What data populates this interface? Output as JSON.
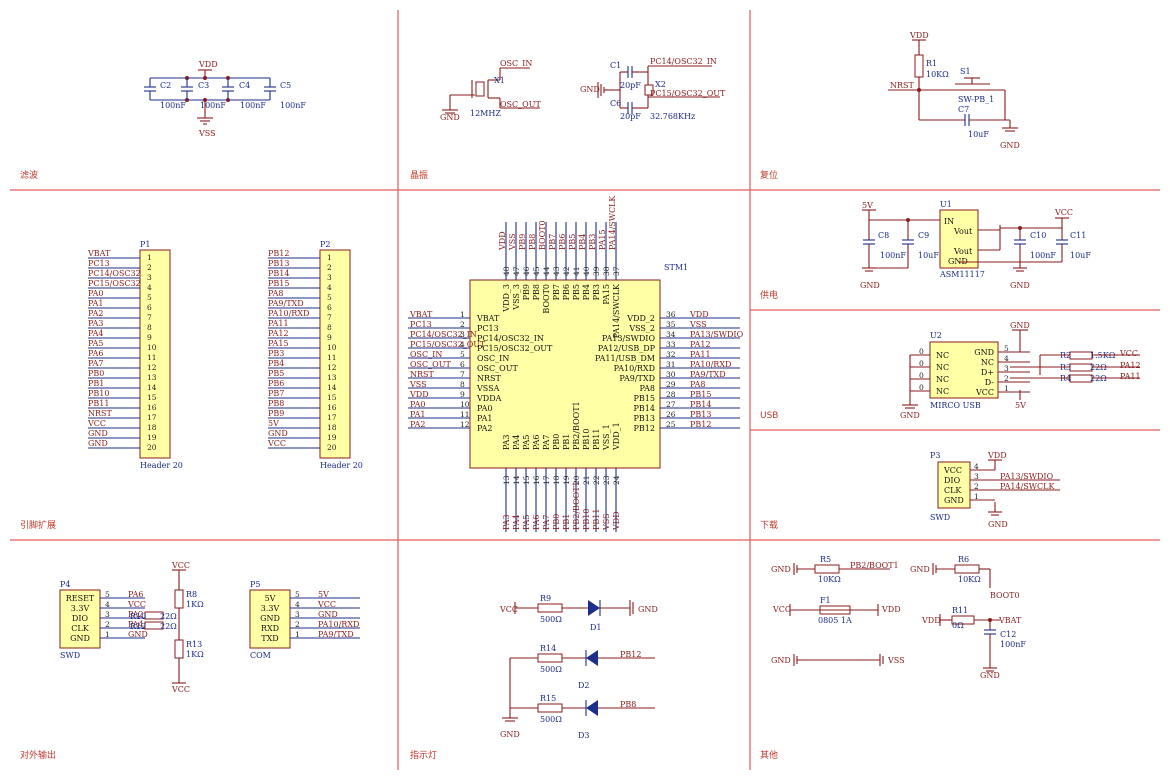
{
  "sections": [
    "滤波",
    "晶振",
    "复位",
    "引脚扩展",
    "供电",
    "USB",
    "下载",
    "对外输出",
    "指示灯",
    "其他"
  ],
  "filter": {
    "vdd": "VDD",
    "vss": "VSS",
    "caps": [
      {
        "ref": "C2",
        "val": "100nF"
      },
      {
        "ref": "C3",
        "val": "100nF"
      },
      {
        "ref": "C4",
        "val": "100nF"
      },
      {
        "ref": "C5",
        "val": "100nF"
      }
    ]
  },
  "crystal": {
    "x1": {
      "ref": "X1",
      "val": "12MHZ",
      "in": "OSC_IN",
      "out": "OSC_OUT",
      "gnd": "GND"
    },
    "x2": {
      "ref": "X2",
      "val": "32.768KHz",
      "in": "PC14/OSC32_IN",
      "out": "PC15/OSC32_OUT",
      "gnd": "GND",
      "c1": {
        "ref": "C1",
        "val": "20pF"
      },
      "c6": {
        "ref": "C6",
        "val": "20pF"
      }
    }
  },
  "reset": {
    "vdd": "VDD",
    "r": "R1",
    "rval": "10KΩ",
    "nrst": "NRST",
    "sw": "S1",
    "swval": "SW-PB_1",
    "c": "C7",
    "cval": "10uF",
    "gnd": "GND"
  },
  "power": {
    "in": "5V",
    "out": "VCC",
    "u": "U1",
    "uval": "ASM11117",
    "pins": [
      "IN",
      "Vout",
      "Vout",
      "GND"
    ],
    "caps": [
      {
        "ref": "C8",
        "val": "100nF"
      },
      {
        "ref": "C9",
        "val": "10uF"
      },
      {
        "ref": "C10",
        "val": "100nF"
      },
      {
        "ref": "C11",
        "val": "10uF"
      }
    ],
    "gnd": "GND"
  },
  "usb": {
    "u": "U2",
    "uval": "MIRCO USB",
    "gnd": "GND",
    "v5": "5V",
    "left_pins": [
      "NC",
      "NC",
      "NC",
      "NC"
    ],
    "right_pins": [
      "GND",
      "NC",
      "D+",
      "D-",
      "VCC"
    ],
    "right_nums": [
      "5",
      "4",
      "3",
      "2",
      "1"
    ],
    "r2": {
      "ref": "R2",
      "val": "1.5KΩ",
      "net": "VCC"
    },
    "r3": {
      "ref": "R3",
      "val": "22Ω",
      "net": "PA12"
    },
    "r4": {
      "ref": "R4",
      "val": "22Ω",
      "net": "PA11"
    }
  },
  "download": {
    "p": "P3",
    "pval": "SWD",
    "vdd": "VDD",
    "gnd": "GND",
    "pins": [
      "VCC",
      "DIO",
      "CLK",
      "GND"
    ],
    "nums": [
      "4",
      "3",
      "2",
      "1"
    ],
    "nets": [
      "",
      "PA13/SWDIO",
      "PA14/SWCLK",
      ""
    ]
  },
  "header": {
    "p1": {
      "ref": "P1",
      "val": "Header 20",
      "nets": [
        "VBAT",
        "PC13",
        "PC14/OSC32",
        "PC15/OSC32",
        "PA0",
        "PA1",
        "PA2",
        "PA3",
        "PA4",
        "PA5",
        "PA6",
        "PA7",
        "PB0",
        "PB1",
        "PB10",
        "PB11",
        "NRST",
        "VCC",
        "GND",
        "GND"
      ]
    },
    "p2": {
      "ref": "P2",
      "val": "Header 20",
      "nets": [
        "PB12",
        "PB13",
        "PB14",
        "PB15",
        "PA8",
        "PA9/TXD",
        "PA10/RXD",
        "PA11",
        "PA12",
        "PA15",
        "PB3",
        "PB4",
        "PB5",
        "PB6",
        "PB7",
        "PB8",
        "PB9",
        "5V",
        "GND",
        "VCC"
      ]
    },
    "nums": [
      "1",
      "2",
      "3",
      "4",
      "5",
      "6",
      "7",
      "8",
      "9",
      "10",
      "11",
      "12",
      "13",
      "14",
      "15",
      "16",
      "17",
      "18",
      "19",
      "20"
    ]
  },
  "mcu": {
    "title": "STM1",
    "left": [
      {
        "n": "1",
        "pin": "VBAT",
        "net": "VBAT"
      },
      {
        "n": "2",
        "pin": "PC13",
        "net": "PC13"
      },
      {
        "n": "3",
        "pin": "PC14/OSC32_IN",
        "net": "PC14/OSC32_IN"
      },
      {
        "n": "4",
        "pin": "PC15/OSC32_OUT",
        "net": "PC15/OSC32_OUT"
      },
      {
        "n": "5",
        "pin": "OSC_IN",
        "net": "OSC_IN"
      },
      {
        "n": "6",
        "pin": "OSC_OUT",
        "net": "OSC_OUT"
      },
      {
        "n": "7",
        "pin": "NRST",
        "net": "NRST"
      },
      {
        "n": "8",
        "pin": "VSSA",
        "net": "VSS"
      },
      {
        "n": "9",
        "pin": "VDDA",
        "net": "VDD"
      },
      {
        "n": "10",
        "pin": "PA0",
        "net": "PA0"
      },
      {
        "n": "11",
        "pin": "PA1",
        "net": "PA1"
      },
      {
        "n": "12",
        "pin": "PA2",
        "net": "PA2"
      }
    ],
    "right": [
      {
        "n": "36",
        "pin": "VDD_2",
        "net": "VDD"
      },
      {
        "n": "35",
        "pin": "VSS_2",
        "net": "VSS"
      },
      {
        "n": "34",
        "pin": "PA13/SWDIO",
        "net": "PA13/SWDIO"
      },
      {
        "n": "33",
        "pin": "PA12/USB_DP",
        "net": "PA12"
      },
      {
        "n": "32",
        "pin": "PA11/USB_DM",
        "net": "PA11"
      },
      {
        "n": "31",
        "pin": "PA10/RXD",
        "net": "PA10/RXD"
      },
      {
        "n": "30",
        "pin": "PA9/TXD",
        "net": "PA9/TXD"
      },
      {
        "n": "29",
        "pin": "PA8",
        "net": "PA8"
      },
      {
        "n": "28",
        "pin": "PB15",
        "net": "PB15"
      },
      {
        "n": "27",
        "pin": "PB14",
        "net": "PB14"
      },
      {
        "n": "26",
        "pin": "PB13",
        "net": "PB13"
      },
      {
        "n": "25",
        "pin": "PB12",
        "net": "PB12"
      }
    ],
    "top": [
      {
        "n": "48",
        "pin": "VDD_3",
        "net": "VDD"
      },
      {
        "n": "47",
        "pin": "VSS_3",
        "net": "VSS"
      },
      {
        "n": "46",
        "pin": "PB9",
        "net": "PB9"
      },
      {
        "n": "45",
        "pin": "PB8",
        "net": "PB8"
      },
      {
        "n": "44",
        "pin": "BOOT0",
        "net": "BOOT0"
      },
      {
        "n": "43",
        "pin": "PB7",
        "net": "PB7"
      },
      {
        "n": "42",
        "pin": "PB6",
        "net": "PB6"
      },
      {
        "n": "41",
        "pin": "PB5",
        "net": "PB5"
      },
      {
        "n": "40",
        "pin": "PB4",
        "net": "PB4"
      },
      {
        "n": "39",
        "pin": "PB3",
        "net": "PB3"
      },
      {
        "n": "38",
        "pin": "PA15",
        "net": "PA15"
      },
      {
        "n": "37",
        "pin": "PA14/SWCLK",
        "net": "PA14/SWCLK"
      }
    ],
    "bottom": [
      {
        "n": "13",
        "pin": "PA3",
        "net": "PA3"
      },
      {
        "n": "14",
        "pin": "PA4",
        "net": "PA4"
      },
      {
        "n": "15",
        "pin": "PA5",
        "net": "PA5"
      },
      {
        "n": "16",
        "pin": "PA6",
        "net": "PA6"
      },
      {
        "n": "17",
        "pin": "PA7",
        "net": "PA7"
      },
      {
        "n": "18",
        "pin": "PB0",
        "net": "PB0"
      },
      {
        "n": "19",
        "pin": "PB1",
        "net": "PB1"
      },
      {
        "n": "20",
        "pin": "PB2/BOOT1",
        "net": "PB2/BOOT1"
      },
      {
        "n": "21",
        "pin": "PB10",
        "net": "PB10"
      },
      {
        "n": "22",
        "pin": "PB11",
        "net": "PB11"
      },
      {
        "n": "23",
        "pin": "VSS_1",
        "net": "VSS"
      },
      {
        "n": "24",
        "pin": "VDD_1",
        "net": "VDD"
      }
    ]
  },
  "output": {
    "p4": {
      "ref": "P4",
      "val": "SWD",
      "pins": [
        "RESET",
        "3.3V",
        "DIO",
        "CLK",
        "GND"
      ],
      "nums": [
        "5",
        "4",
        "3",
        "2",
        "1"
      ],
      "nets": [
        "PA6",
        "VCC",
        "PA2",
        "PA4",
        "GND"
      ]
    },
    "p5": {
      "ref": "P5",
      "val": "COM",
      "pins": [
        "5V",
        "3.3V",
        "GND",
        "RXD",
        "TXD"
      ],
      "nums": [
        "5",
        "4",
        "3",
        "2",
        "1"
      ],
      "nets": [
        "5V",
        "VCC",
        "GND",
        "PA10/RXD",
        "PA9/TXD"
      ]
    },
    "r8": {
      "ref": "R8",
      "val": "1KΩ"
    },
    "r10": {
      "ref": "R10",
      "val": "22Ω"
    },
    "r12": {
      "ref": "R12",
      "val": "22Ω"
    },
    "r13": {
      "ref": "R13",
      "val": "1KΩ"
    },
    "vcc": "VCC"
  },
  "leds": {
    "vcc": "VCC",
    "gnd": "GND",
    "d1": {
      "ref": "D1",
      "r": "R9",
      "rval": "500Ω"
    },
    "d2": {
      "ref": "D2",
      "r": "R14",
      "rval": "500Ω",
      "net": "PB12"
    },
    "d3": {
      "ref": "D3",
      "r": "R15",
      "rval": "500Ω",
      "net": "PB8"
    }
  },
  "other": {
    "r5": {
      "ref": "R5",
      "val": "10KΩ",
      "net": "PB2/BOOT1",
      "gnd": "GND"
    },
    "r6": {
      "ref": "R6",
      "val": "10KΩ",
      "net": "BOOT0",
      "gnd": "GND"
    },
    "f1": {
      "ref": "F1",
      "val": "0805 1A",
      "in": "VCC",
      "out": "VDD"
    },
    "r11": {
      "ref": "R11",
      "val": "0Ω",
      "in": "VDD",
      "out": "VBAT"
    },
    "c12": {
      "ref": "C12",
      "val": "100nF",
      "gnd": "GND"
    },
    "gv": {
      "gnd": "GND",
      "vss": "VSS"
    }
  }
}
